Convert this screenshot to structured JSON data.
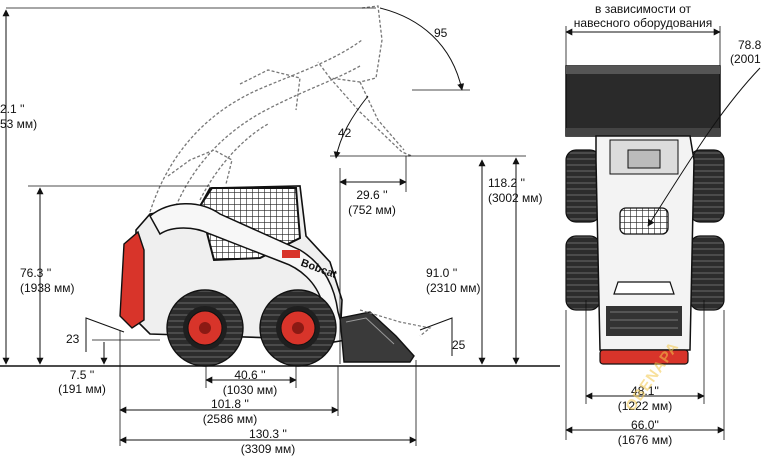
{
  "dimensions": {
    "height_overall": {
      "in": "2.1 ''",
      "mm": "53 мм)"
    },
    "dump_angle": {
      "value": "95"
    },
    "rollback_angle": {
      "value": "42"
    },
    "dump_reach": {
      "in": "29.6 ''",
      "mm": "(752 мм)"
    },
    "hinge_pin_height": {
      "in": "118.2 ''",
      "mm": "(3002 мм)"
    },
    "roof_height": {
      "in": "76.3 ''",
      "mm": "(1938 мм)"
    },
    "dump_height": {
      "in": "91.0 ''",
      "mm": "(2310 мм)"
    },
    "departure_angle": {
      "value": "23"
    },
    "bucket_angle": {
      "value": "25"
    },
    "ground_clearance": {
      "in": "7.5 ''",
      "mm": "(191 мм)"
    },
    "wheelbase": {
      "in": "40.6 ''",
      "mm": "(1030 мм)"
    },
    "length_no_bucket": {
      "in": "101.8 ''",
      "mm": "(2586 мм)"
    },
    "length_bucket": {
      "in": "130.3 ''",
      "mm": "(3309 мм)"
    },
    "width_bucket": {
      "line1": "в зависимости от",
      "line2": "навесного оборудования"
    },
    "turning_radius": {
      "in": "78.8",
      "mm": "(2001"
    },
    "tread_width": {
      "in": "48.1''",
      "mm": "(1222 мм)"
    },
    "overall_width": {
      "in": "66.0''",
      "mm": "(1676 мм)"
    }
  },
  "brand": {
    "logo_text": "Bobcat"
  },
  "watermark": {
    "text": "OBENAPA"
  },
  "colors": {
    "accent": "#d8342a",
    "line": "#111111",
    "body": "#efefef",
    "dark": "#2a2a2a"
  }
}
